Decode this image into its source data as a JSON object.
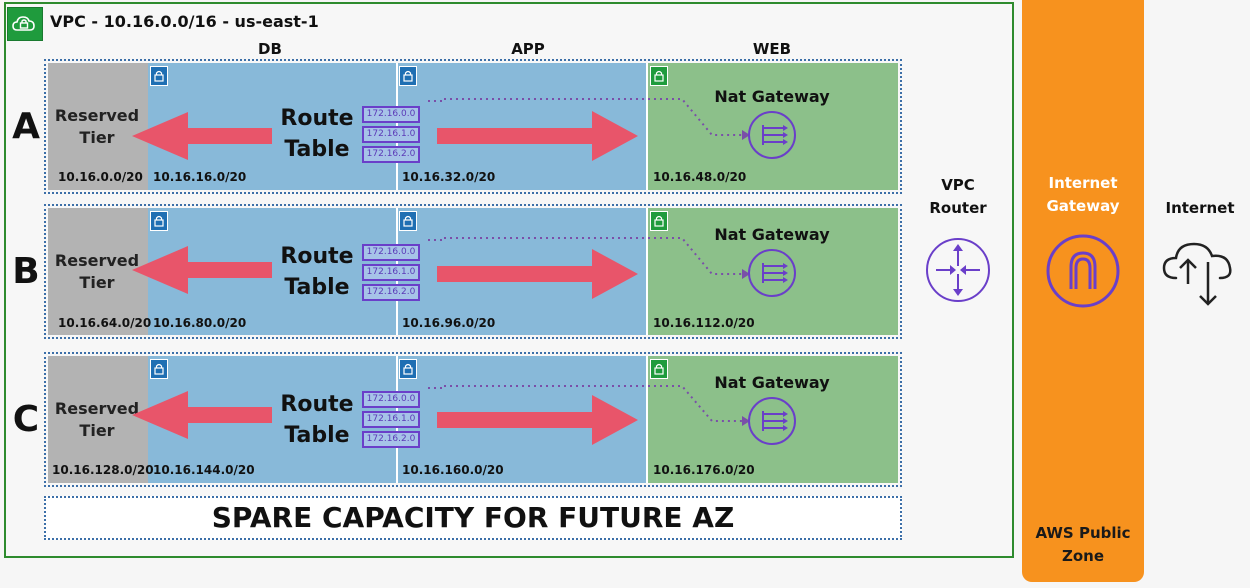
{
  "vpc": {
    "title": "VPC - 10.16.0.0/16 - us-east-1",
    "border_color": "#2e8b2e"
  },
  "columns": {
    "db": "DB",
    "app": "APP",
    "web": "WEB"
  },
  "rows": [
    {
      "az": "A",
      "reserved_label": [
        "Reserved",
        "Tier"
      ],
      "route_label": [
        "Route",
        "Table"
      ],
      "cidrs": {
        "reserved": "10.16.0.0/20",
        "db": "10.16.16.0/20",
        "app": "10.16.32.0/20",
        "web": "10.16.48.0/20"
      },
      "routes": [
        "172.16.0.0",
        "172.16.1.0",
        "172.16.2.0"
      ],
      "nat_label": "Nat Gateway"
    },
    {
      "az": "B",
      "reserved_label": [
        "Reserved",
        "Tier"
      ],
      "route_label": [
        "Route",
        "Table"
      ],
      "cidrs": {
        "reserved": "10.16.64.0/20",
        "db": "10.16.80.0/20",
        "app": "10.16.96.0/20",
        "web": "10.16.112.0/20"
      },
      "routes": [
        "172.16.0.0",
        "172.16.1.0",
        "172.16.2.0"
      ],
      "nat_label": "Nat Gateway"
    },
    {
      "az": "C",
      "reserved_label": [
        "Reserved",
        "Tier"
      ],
      "route_label": [
        "Route",
        "Table"
      ],
      "cidrs": {
        "reserved": "10.16.128.0/20",
        "db": "10.16.144.0/20",
        "app": "10.16.160.0/20",
        "web": "10.16.176.0/20"
      },
      "routes": [
        "172.16.0.0",
        "172.16.1.0",
        "172.16.2.0"
      ],
      "nat_label": "Nat Gateway"
    }
  ],
  "spare": "SPARE CAPACITY FOR FUTURE AZ",
  "vpc_router": [
    "VPC",
    "Router"
  ],
  "igw": [
    "Internet",
    "Gateway"
  ],
  "public_zone": [
    "AWS Public",
    "Zone"
  ],
  "internet": "Internet",
  "colors": {
    "reserved": "#b3b3b3",
    "private_subnet": "#88b9d9",
    "public_subnet": "#8cc08a",
    "arrow": "#e8556a",
    "purple": "#6a3fc9",
    "igw_zone": "#f7921e"
  },
  "icons": {
    "vpc": "vpc-lock-cloud-icon",
    "private_lock": "padlock-icon",
    "public_lock": "padlock-icon",
    "nat": "nat-gateway-icon",
    "router": "vpc-router-icon",
    "igw": "internet-gateway-icon",
    "internet": "internet-cloud-icon"
  }
}
